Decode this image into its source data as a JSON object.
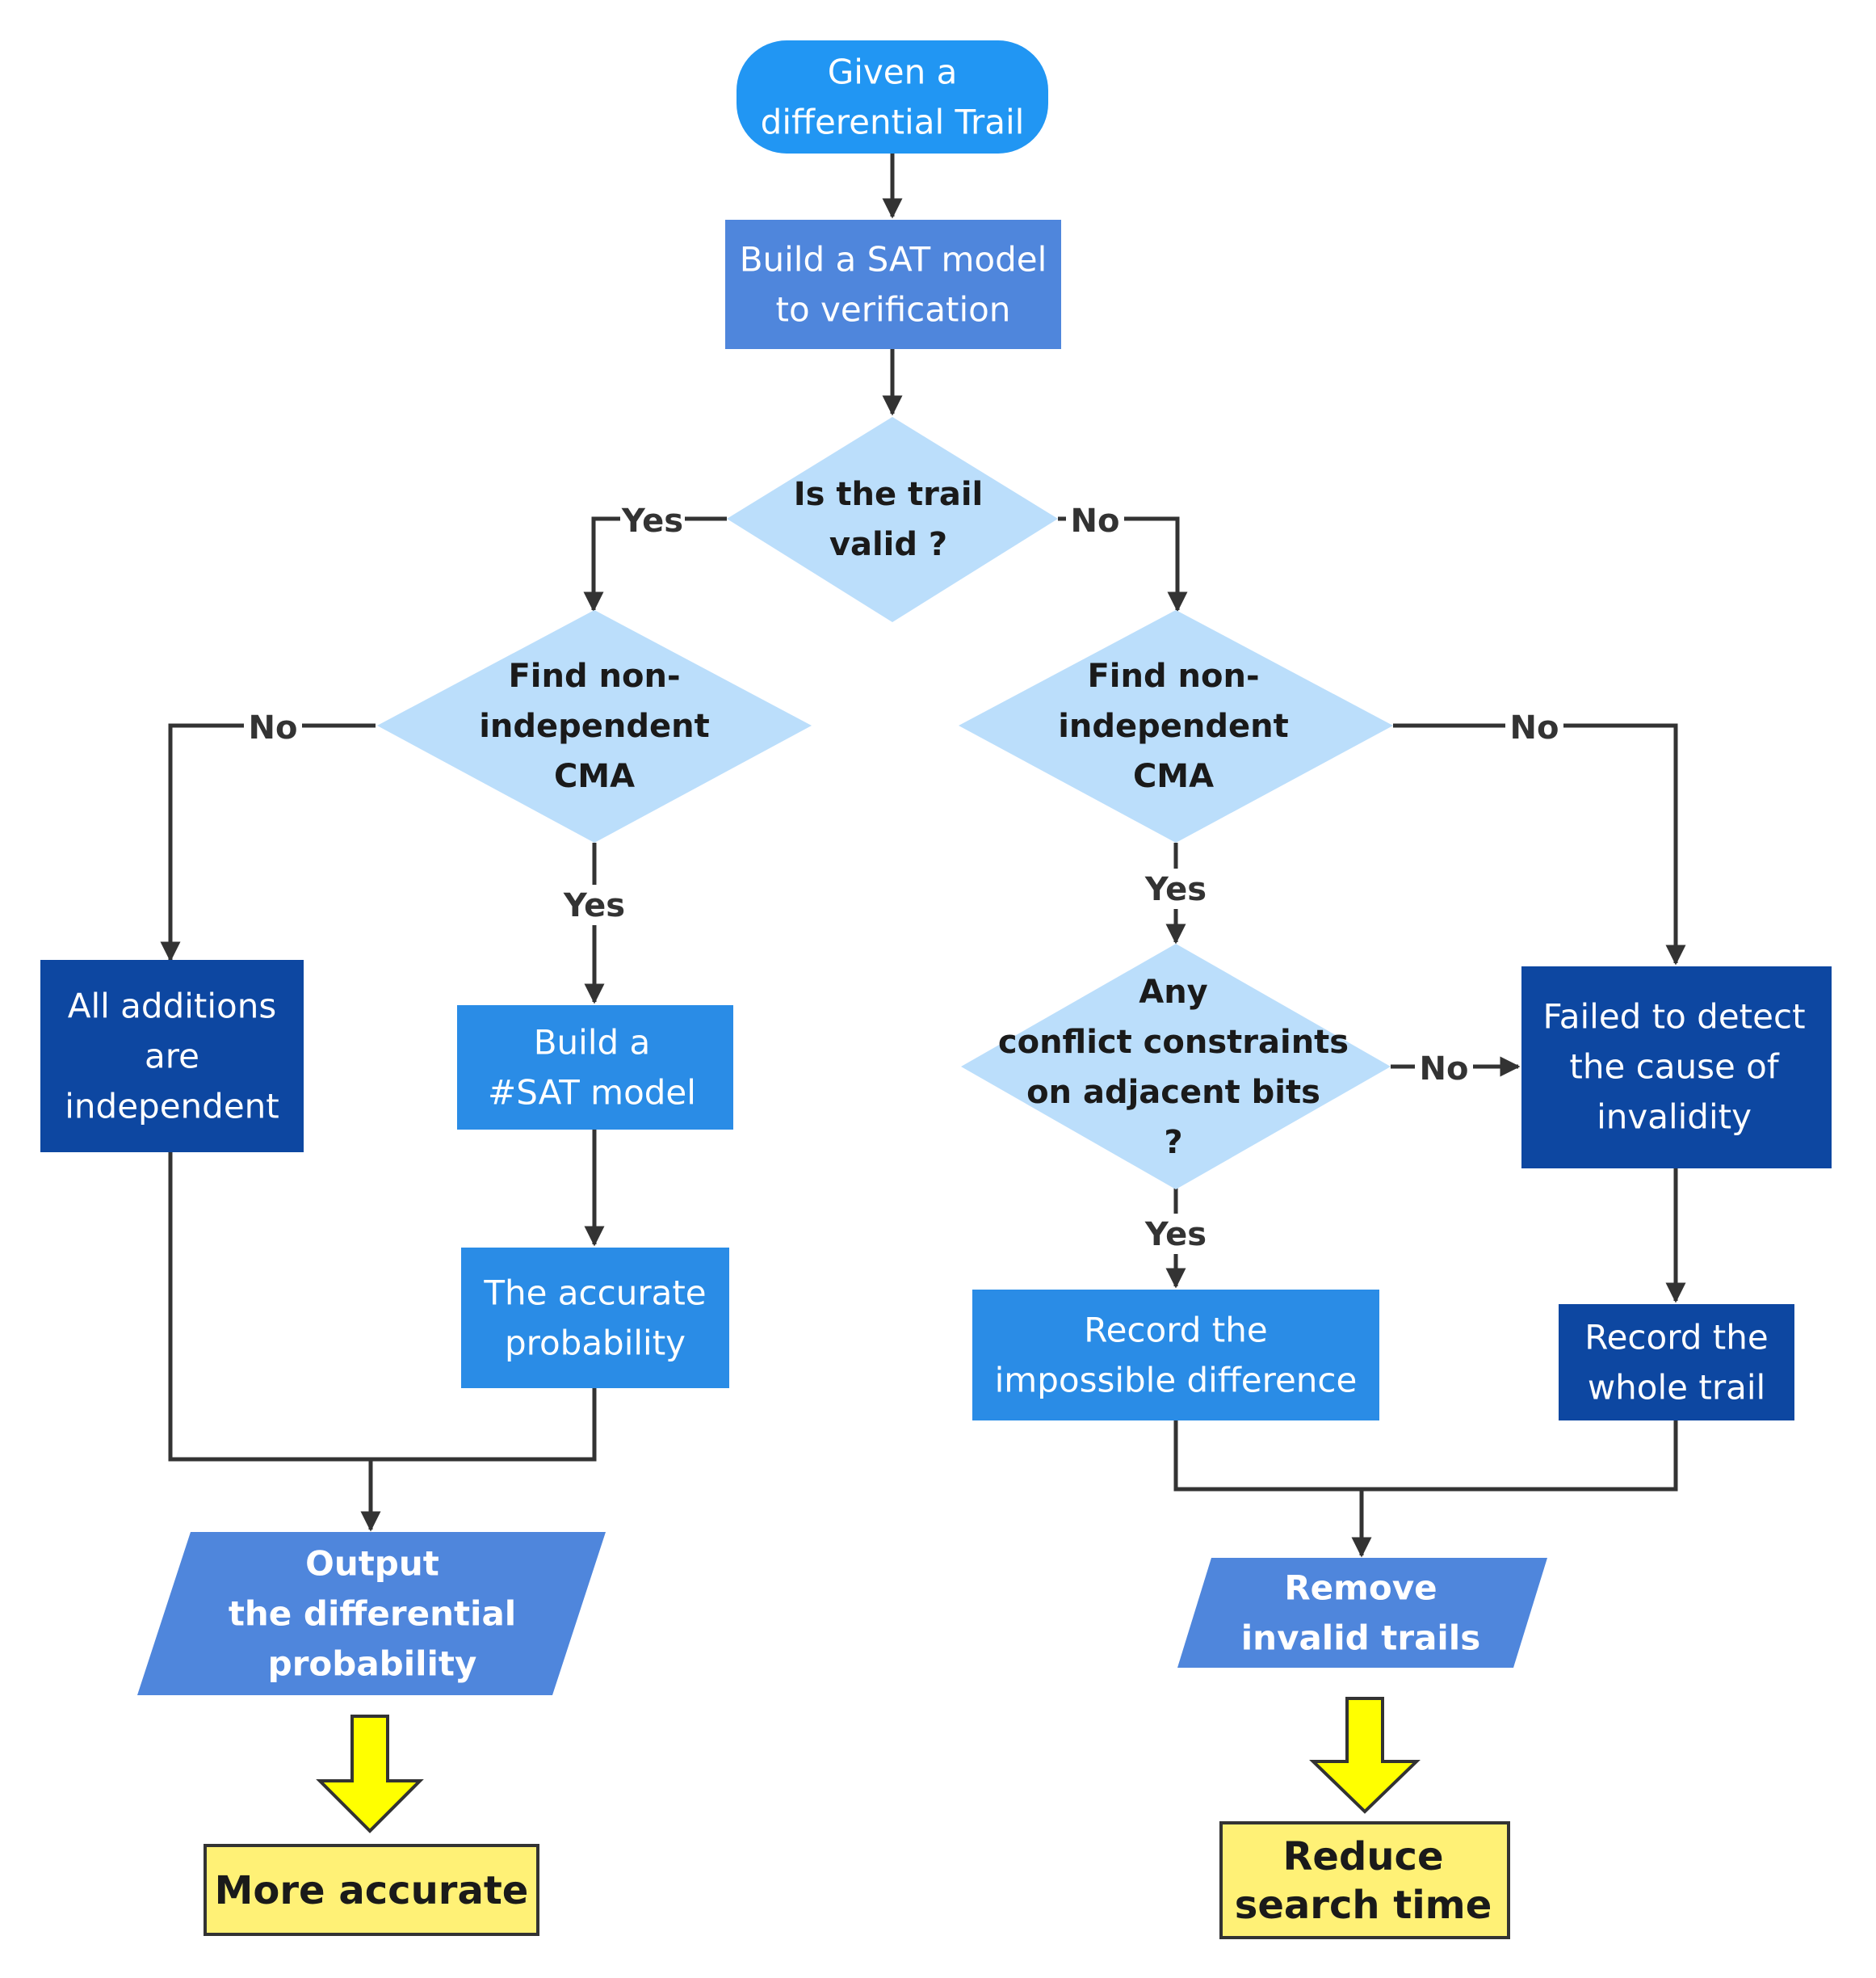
{
  "colors": {
    "start": "#2196F3",
    "process_mid": "#4F86DC",
    "process_light": "#2A8CE6",
    "process_dark": "#0D47A1",
    "decision": "#BBDEFB",
    "result": "#FFF176",
    "arrow_yellow": "#FFFF00",
    "line": "#333333"
  },
  "nodes": {
    "start": [
      "Given a",
      "differential Trail"
    ],
    "build_sat": [
      "Build a SAT model",
      "to verification"
    ],
    "is_valid": [
      "Is the trail",
      "valid ?"
    ],
    "find_cma_left": [
      "Find non-",
      "independent",
      "CMA"
    ],
    "find_cma_right": [
      "Find non-",
      "independent",
      "CMA"
    ],
    "all_independent": [
      "All additions",
      "are",
      "independent"
    ],
    "build_sharp_sat": [
      "Build a",
      "#SAT model"
    ],
    "accurate_prob": [
      "The accurate",
      "probability"
    ],
    "any_conflict": [
      "Any",
      "conflict constraints",
      "on adjacent bits",
      "?"
    ],
    "failed_detect": [
      "Failed to detect",
      "the cause of",
      "invalidity"
    ],
    "record_impossible": [
      "Record the",
      "impossible difference"
    ],
    "record_whole": [
      "Record the",
      "whole trail"
    ],
    "output_prob": [
      "Output",
      "the differential",
      "probability"
    ],
    "remove_invalid": [
      "Remove",
      "invalid trails"
    ],
    "more_accurate": [
      "More accurate"
    ],
    "reduce_time": [
      "Reduce",
      "search time"
    ]
  },
  "edge_labels": {
    "valid_yes": "Yes",
    "valid_no": "No",
    "left_cma_no": "No",
    "left_cma_yes": "Yes",
    "right_cma_no": "No",
    "right_cma_yes": "Yes",
    "conflict_no": "No",
    "conflict_yes": "Yes"
  }
}
